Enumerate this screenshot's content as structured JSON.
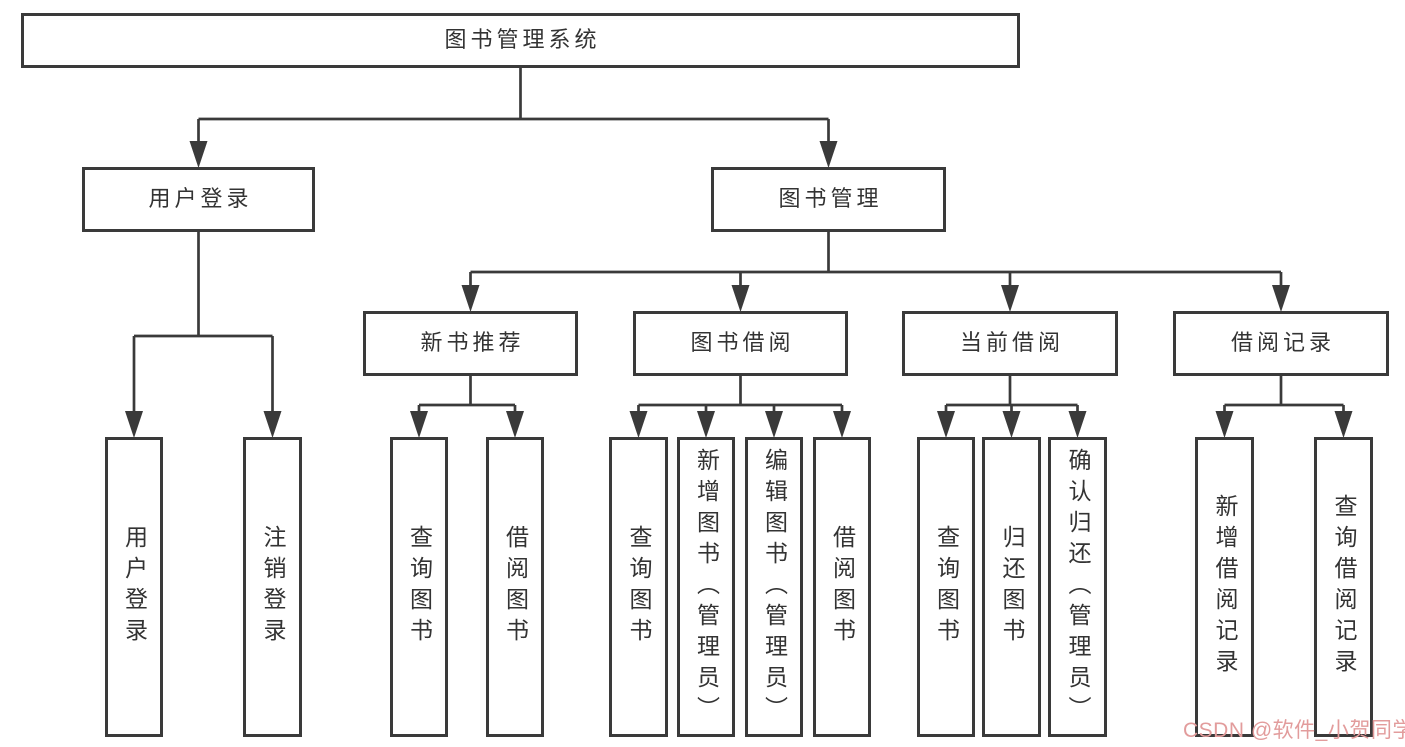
{
  "page": {
    "background": "#ffffff"
  },
  "colors": {
    "line": "#3a3a3a",
    "box_border": "#3a3a3a",
    "text": "#333333",
    "watermark": "#e29c9c"
  },
  "watermark": {
    "text": "CSDN @软件_小贺同学"
  },
  "diagram": {
    "type": "tree",
    "direction": "top-down",
    "title": "图书管理系统",
    "nodes": [
      {
        "id": "root",
        "parent": null,
        "label": "图书管理系统",
        "text_direction": "horizontal"
      },
      {
        "id": "user-login",
        "parent": "root",
        "label": "用户登录",
        "text_direction": "horizontal"
      },
      {
        "id": "book-mgmt",
        "parent": "root",
        "label": "图书管理",
        "text_direction": "horizontal"
      },
      {
        "id": "leaf-user-login",
        "parent": "user-login",
        "label": "用户登录",
        "text_direction": "vertical"
      },
      {
        "id": "leaf-logout",
        "parent": "user-login",
        "label": "注销登录",
        "text_direction": "vertical"
      },
      {
        "id": "new-book-rec",
        "parent": "book-mgmt",
        "label": "新书推荐",
        "text_direction": "horizontal"
      },
      {
        "id": "book-borrow",
        "parent": "book-mgmt",
        "label": "图书借阅",
        "text_direction": "horizontal"
      },
      {
        "id": "current-borrow",
        "parent": "book-mgmt",
        "label": "当前借阅",
        "text_direction": "horizontal"
      },
      {
        "id": "borrow-records",
        "parent": "book-mgmt",
        "label": "借阅记录",
        "text_direction": "horizontal"
      },
      {
        "id": "rec-query-book",
        "parent": "new-book-rec",
        "label": "查询图书",
        "text_direction": "vertical"
      },
      {
        "id": "rec-borrow-book",
        "parent": "new-book-rec",
        "label": "借阅图书",
        "text_direction": "vertical"
      },
      {
        "id": "bb-query-book",
        "parent": "book-borrow",
        "label": "查询图书",
        "text_direction": "vertical"
      },
      {
        "id": "bb-add-book",
        "parent": "book-borrow",
        "label": "新增图书（管理员）",
        "text_direction": "vertical"
      },
      {
        "id": "bb-edit-book",
        "parent": "book-borrow",
        "label": "编辑图书（管理员）",
        "text_direction": "vertical"
      },
      {
        "id": "bb-borrow-book",
        "parent": "book-borrow",
        "label": "借阅图书",
        "text_direction": "vertical"
      },
      {
        "id": "cb-query-book",
        "parent": "current-borrow",
        "label": "查询图书",
        "text_direction": "vertical"
      },
      {
        "id": "cb-return-book",
        "parent": "current-borrow",
        "label": "归还图书",
        "text_direction": "vertical"
      },
      {
        "id": "cb-confirm-return",
        "parent": "current-borrow",
        "label": "确认归还（管理员）",
        "text_direction": "vertical"
      },
      {
        "id": "br-add-record",
        "parent": "borrow-records",
        "label": "新增借阅记录",
        "text_direction": "vertical"
      },
      {
        "id": "br-query-record",
        "parent": "borrow-records",
        "label": "查询借阅记录",
        "text_direction": "vertical"
      }
    ]
  }
}
